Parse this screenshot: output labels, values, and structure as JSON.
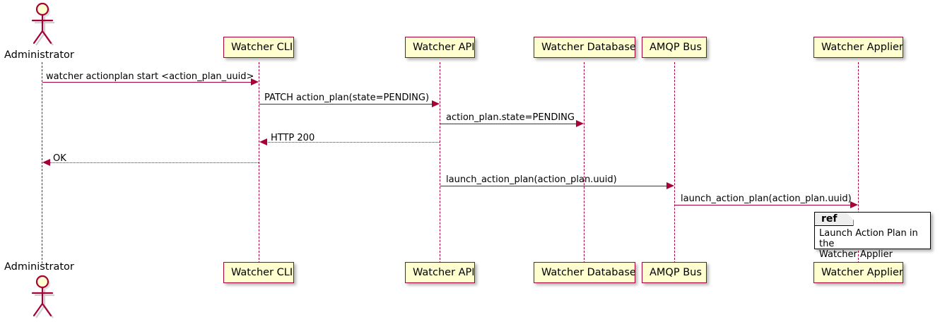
{
  "diagram": {
    "type": "sequence-diagram",
    "colors": {
      "participant_fill": "#FEFECE",
      "participant_border": "#A80036",
      "line": "#A80036",
      "text": "#000000",
      "ref_fill": "#FFFFFF",
      "ref_border": "#000000",
      "ref_tab_fill": "#EEEEEE"
    },
    "actors": [
      {
        "name": "administrator",
        "label": "Administrator"
      }
    ],
    "participants": [
      {
        "name": "watcher-cli",
        "label": "Watcher CLI"
      },
      {
        "name": "watcher-api",
        "label": "Watcher API"
      },
      {
        "name": "watcher-database",
        "label": "Watcher Database"
      },
      {
        "name": "amqp-bus",
        "label": "AMQP Bus"
      },
      {
        "name": "watcher-applier",
        "label": "Watcher Applier"
      }
    ],
    "messages": [
      {
        "name": "message-watcher-actionplan-start",
        "label": "watcher actionplan start <action_plan_uuid>",
        "from": "Administrator",
        "to": "Watcher CLI",
        "style": "solid",
        "direction": "right"
      },
      {
        "name": "message-patch-action-plan",
        "label": "PATCH action_plan(state=PENDING)",
        "from": "Watcher CLI",
        "to": "Watcher API",
        "style": "solid",
        "direction": "right"
      },
      {
        "name": "message-action-plan-state-pending",
        "label": "action_plan.state=PENDING",
        "from": "Watcher API",
        "to": "Watcher Database",
        "style": "solid",
        "direction": "right"
      },
      {
        "name": "message-http-200",
        "label": "HTTP 200",
        "from": "Watcher API",
        "to": "Watcher CLI",
        "style": "dotted",
        "direction": "left"
      },
      {
        "name": "message-ok",
        "label": "OK",
        "from": "Watcher CLI",
        "to": "Administrator",
        "style": "dotted",
        "direction": "left"
      },
      {
        "name": "message-launch-action-plan-api-to-bus",
        "label": "launch_action_plan(action_plan.uuid)",
        "from": "Watcher API",
        "to": "AMQP Bus",
        "style": "solid",
        "direction": "right"
      },
      {
        "name": "message-launch-action-plan-bus-to-applier",
        "label": "launch_action_plan(action_plan.uuid)",
        "from": "AMQP Bus",
        "to": "Watcher Applier",
        "style": "solid",
        "direction": "right"
      }
    ],
    "ref_fragment": {
      "name": "ref-fragment",
      "tab_label": "ref",
      "body_text": "Launch Action Plan in the\nWatcher Applier"
    }
  }
}
